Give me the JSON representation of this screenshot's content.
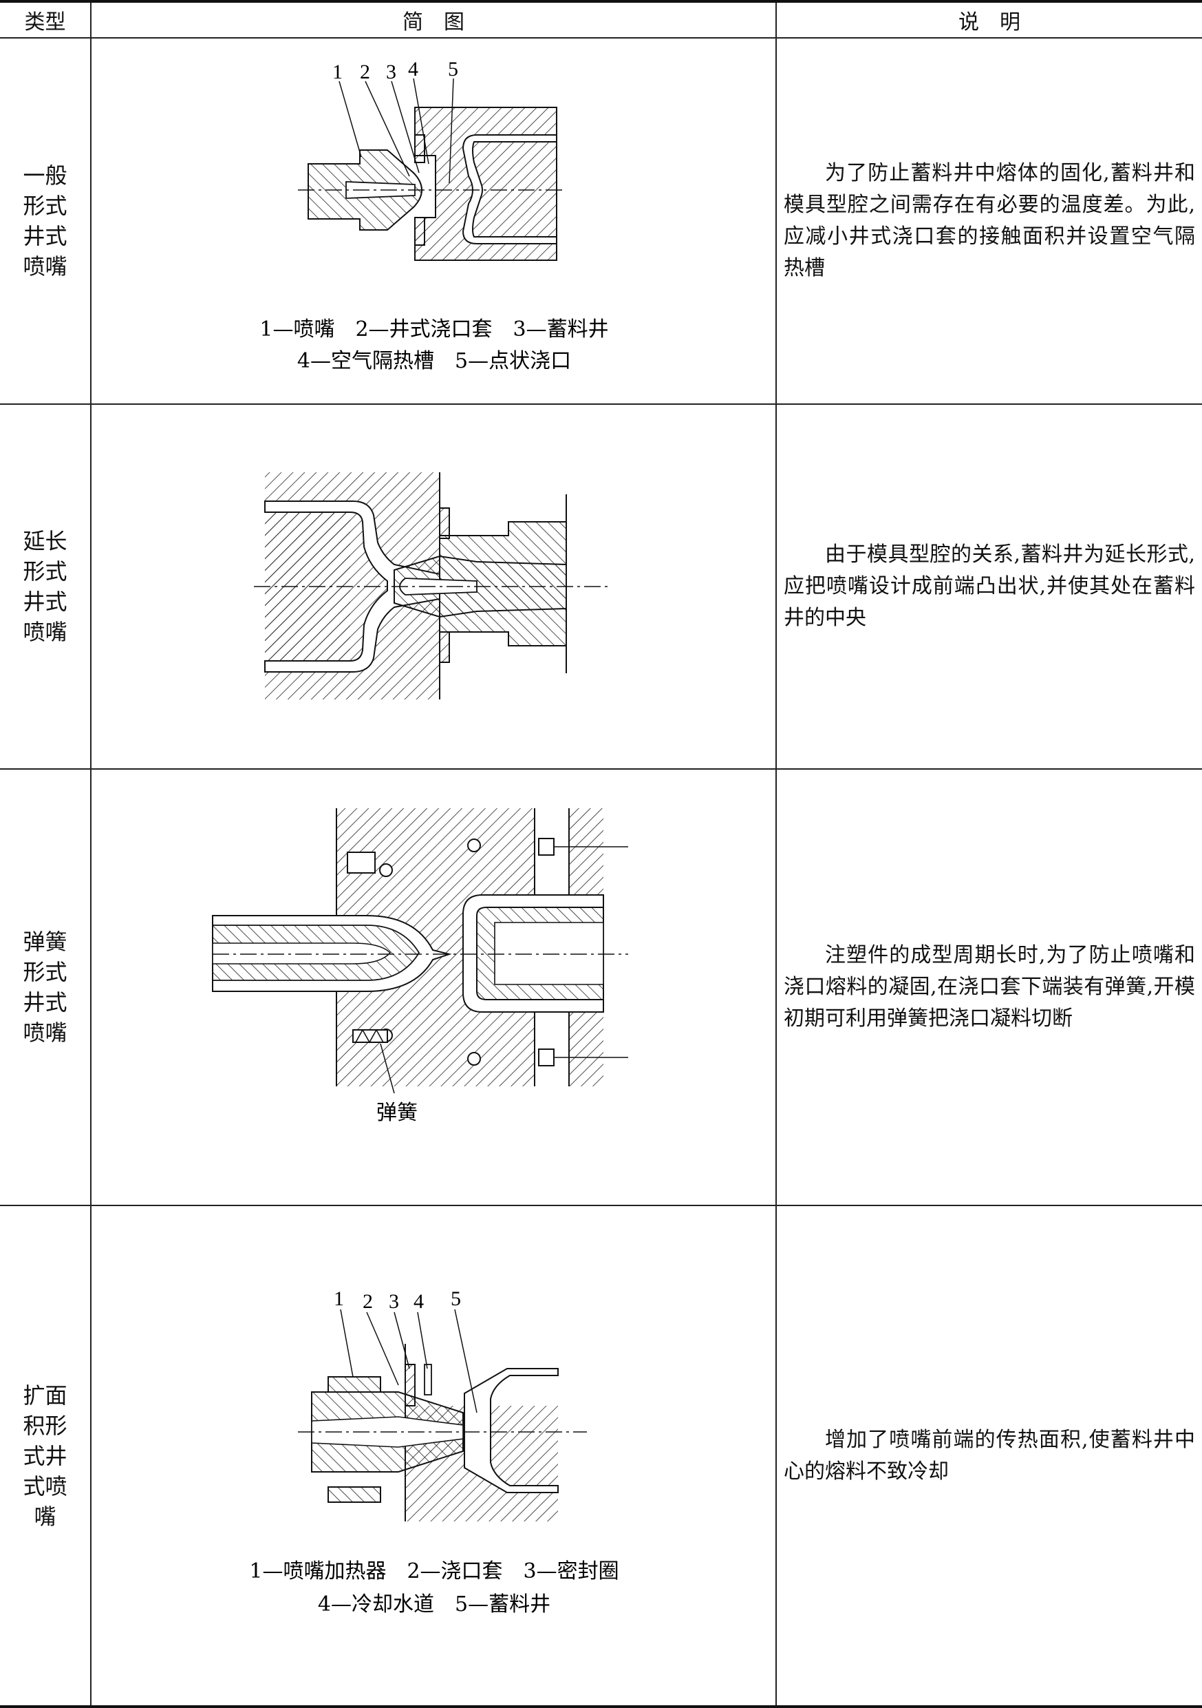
{
  "header": {
    "col_type": "类型",
    "col_figure": "简　图",
    "col_desc": "说　明"
  },
  "rows": [
    {
      "type_lines": [
        "一般",
        "形式",
        "井式",
        "喷嘴"
      ],
      "figure": {
        "numbers": [
          "1",
          "2",
          "3",
          "4",
          "5"
        ],
        "caption_line1": "1—喷嘴　2—井式浇口套　3—蓄料井",
        "caption_line2": "4—空气隔热槽　5—点状浇口"
      },
      "desc": "为了防止蓄料井中熔体的固化,蓄料井和模具型腔之间需存在有必要的温度差。为此,应减小井式浇口套的接触面积并设置空气隔热槽"
    },
    {
      "type_lines": [
        "延长",
        "形式",
        "井式",
        "喷嘴"
      ],
      "figure": {},
      "desc": "由于模具型腔的关系,蓄料井为延长形式,应把喷嘴设计成前端凸出状,并使其处在蓄料井的中央"
    },
    {
      "type_lines": [
        "弹簧",
        "形式",
        "井式",
        "喷嘴"
      ],
      "figure": {
        "spring_label": "弹簧"
      },
      "desc": "注塑件的成型周期长时,为了防止喷嘴和浇口熔料的凝固,在浇口套下端装有弹簧,开模初期可利用弹簧把浇口凝料切断"
    },
    {
      "type_lines": [
        "扩面",
        "积形",
        "式井",
        "式喷",
        "嘴"
      ],
      "figure": {
        "numbers": [
          "1",
          "2",
          "3",
          "4",
          "5"
        ],
        "caption_line1": "1—喷嘴加热器　2—浇口套　3—密封圈",
        "caption_line2": "4—冷却水道　5—蓄料井"
      },
      "desc": "增加了喷嘴前端的传热面积,使蓄料井中心的熔料不致冷却"
    }
  ]
}
